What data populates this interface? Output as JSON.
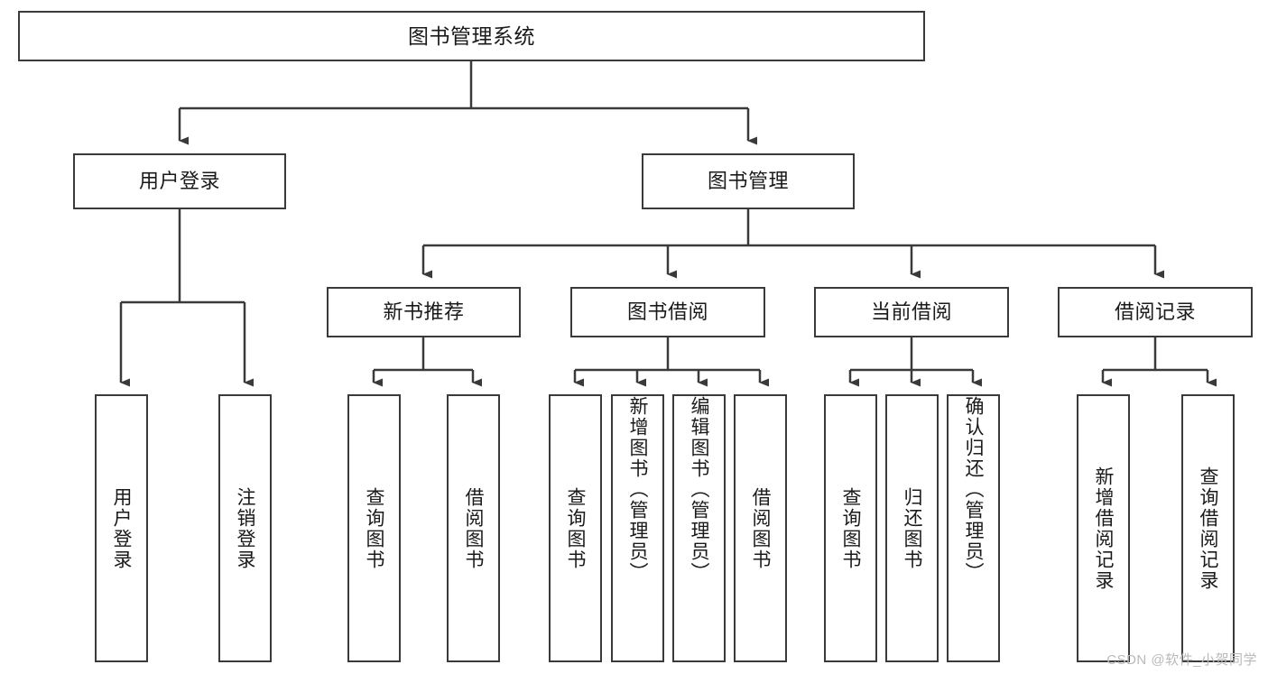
{
  "diagram": {
    "title": "图书管理系统",
    "type": "hierarchy-tree",
    "watermark": "CSDN @软件_小贺同学",
    "colors": {
      "border": "#3a3a3a",
      "background": "#ffffff",
      "text": "#1a1a1a",
      "watermark": "#b9b9b9"
    },
    "nodes": {
      "root": {
        "label": "图书管理系统"
      },
      "level2": [
        {
          "label": "用户登录"
        },
        {
          "label": "图书管理"
        }
      ],
      "level3": [
        {
          "label": "新书推荐"
        },
        {
          "label": "图书借阅"
        },
        {
          "label": "当前借阅"
        },
        {
          "label": "借阅记录"
        }
      ],
      "leaves": {
        "user_login": [
          {
            "label": "用户登录"
          },
          {
            "label": "注销登录"
          }
        ],
        "new_book": [
          {
            "label": "查询图书"
          },
          {
            "label": "借阅图书"
          }
        ],
        "book_borrow": [
          {
            "label": "查询图书"
          },
          {
            "label": "新增图书（管理员）"
          },
          {
            "label": "编辑图书（管理员）"
          },
          {
            "label": "借阅图书"
          }
        ],
        "current_borrow": [
          {
            "label": "查询图书"
          },
          {
            "label": "归还图书"
          },
          {
            "label": "确认归还（管理员）"
          }
        ],
        "borrow_record": [
          {
            "label": "新增借阅记录"
          },
          {
            "label": "查询借阅记录"
          }
        ]
      }
    }
  }
}
